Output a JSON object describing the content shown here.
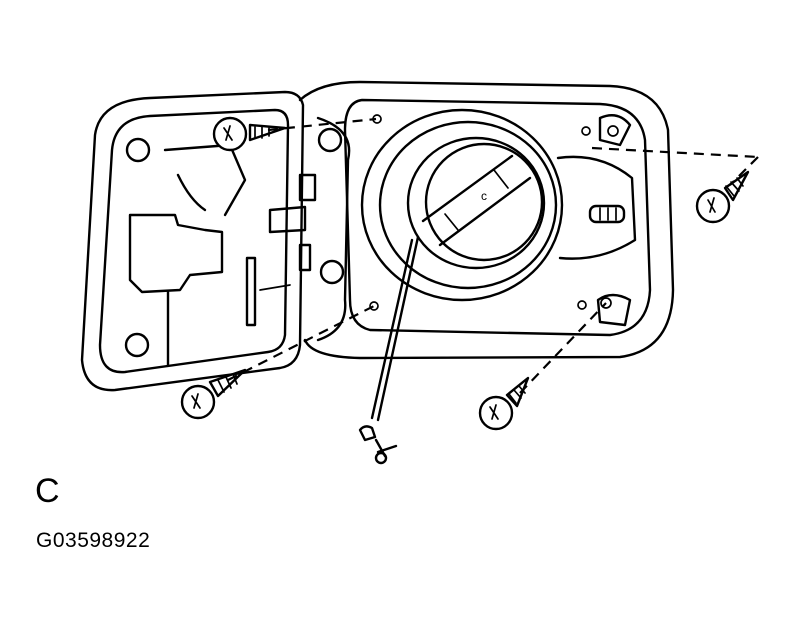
{
  "diagram": {
    "view_label": "C",
    "figure_id": "G03598922",
    "parts": [
      {
        "name": "fuel-filler-door",
        "kind": "lid"
      },
      {
        "name": "fuel-filler-opening-housing",
        "kind": "housing"
      },
      {
        "name": "fuel-cap",
        "kind": "cap"
      },
      {
        "name": "cap-tether",
        "kind": "strap"
      },
      {
        "name": "screw",
        "count": 4
      }
    ],
    "colors": {
      "line": "#000000",
      "background": "#ffffff"
    }
  }
}
